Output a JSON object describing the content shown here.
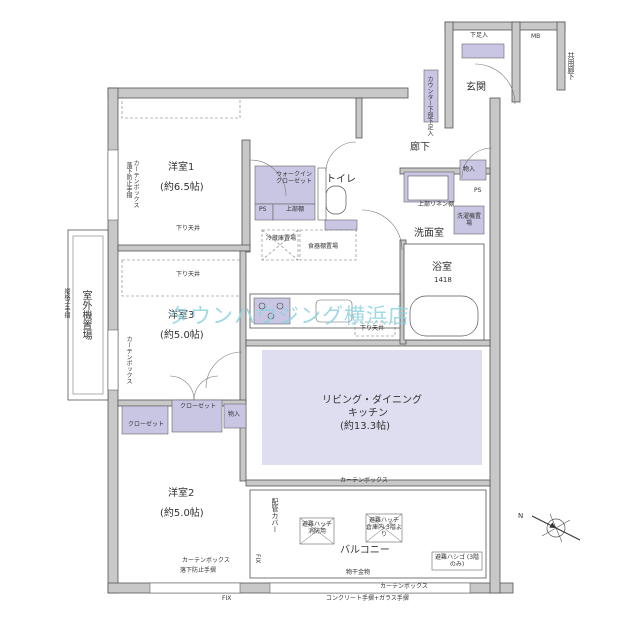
{
  "rooms": {
    "western1_name": "洋室1",
    "western1_size": "(約6.5帖)",
    "western2_name": "洋室2",
    "western2_size": "(約5.0帖)",
    "western3_name": "洋室3",
    "western3_size": "(約5.0帖)",
    "ldk_name1": "リビング・ダイニング",
    "ldk_name2": "キッチン",
    "ldk_size": "(約13.3帖)",
    "bath_name": "浴室",
    "bath_size": "1418",
    "wash": "洗面室",
    "toilet": "トイレ",
    "hall": "廊下",
    "entrance": "玄関",
    "balcony": "バルコニー"
  },
  "labels": {
    "mb": "MB",
    "shoebox": "下足入",
    "counter": "カウンター下部下足入",
    "shared_corridor": "共用廊下",
    "walkin": "ウォークインクローゼット",
    "upper_shelf": "上部棚",
    "ps1": "PS",
    "ps2": "PS",
    "linen": "上部リネン棚",
    "storage_entry": "物入",
    "storage_west": "物入",
    "laundry": "洗濯機置場",
    "fridge": "冷蔵庫置場",
    "cupboard": "食器棚置場",
    "lowered_ceiling1": "下り天井",
    "lowered_ceiling2": "下り天井",
    "lowered_ceiling3": "下り天井",
    "closet1": "クローゼット",
    "closet2": "クローゼット",
    "curtain_box1": "カーテンボックス",
    "curtain_box2": "カーテンボックス",
    "curtain_box3": "カーテンボックス",
    "curtain_box4": "カーテンボックス",
    "curtain_box5": "カーテンボックス",
    "fall_rail1": "落下防止手摺",
    "fall_rail2": "落下防止手摺",
    "outdoor_unit": "室外機置場",
    "louver_rail": "縦格子手摺",
    "pipe_cover": "配管カバー",
    "hatch1": "避難ハッチ 消防用",
    "hatch2": "避難ハッチ 倉庫内 3階より",
    "ladder": "避難ハシゴ (3階のみ)",
    "laundry_hanger": "物干金物",
    "concrete_rail": "コンクリート手摺+ガラス手摺",
    "fix1": "FIX",
    "fix2": "FIX",
    "north": "N"
  },
  "watermark": "タウンハウジング横浜店",
  "colors": {
    "storage_fill": "#c8c6e3",
    "ldk_fill": "#dedef0",
    "wall": "#c6c6c6",
    "line": "#555555",
    "watermark": "#8fd3e0"
  }
}
